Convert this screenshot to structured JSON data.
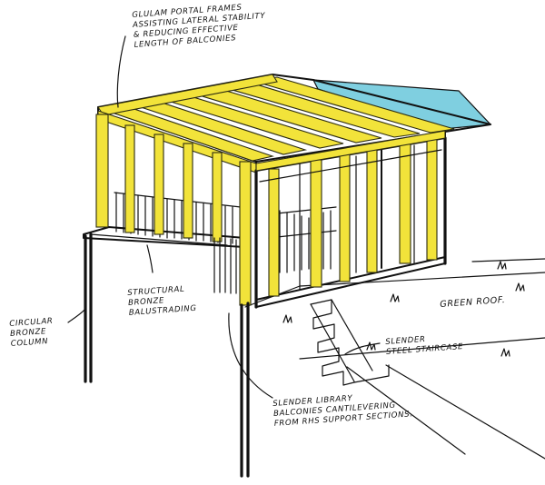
{
  "drawing": {
    "annotations": {
      "glulam_frames": [
        "GLULAM PORTAL FRAMES",
        "ASSISTING LATERAL STABILITY",
        "& REDUCING EFFECTIVE",
        "LENGTH OF BALCONIES"
      ],
      "bronze_column": [
        "CIRCULAR",
        "BRONZE",
        "COLUMN"
      ],
      "balustrading": [
        "STRUCTURAL",
        "BRONZE",
        "BALUSTRADING"
      ],
      "green_roof": [
        "GREEN ROOF."
      ],
      "staircase": [
        "SLENDER",
        "STEEL STAIRCASE"
      ],
      "library_balconies": [
        "SLENDER LIBRARY",
        "BALCONIES CANTILEVERING",
        "FROM RHS SUPPORT SECTIONS."
      ]
    },
    "colors": {
      "glulam": "#f2e33a",
      "rooflight": "#7fcfe0",
      "ink": "#111111"
    }
  }
}
